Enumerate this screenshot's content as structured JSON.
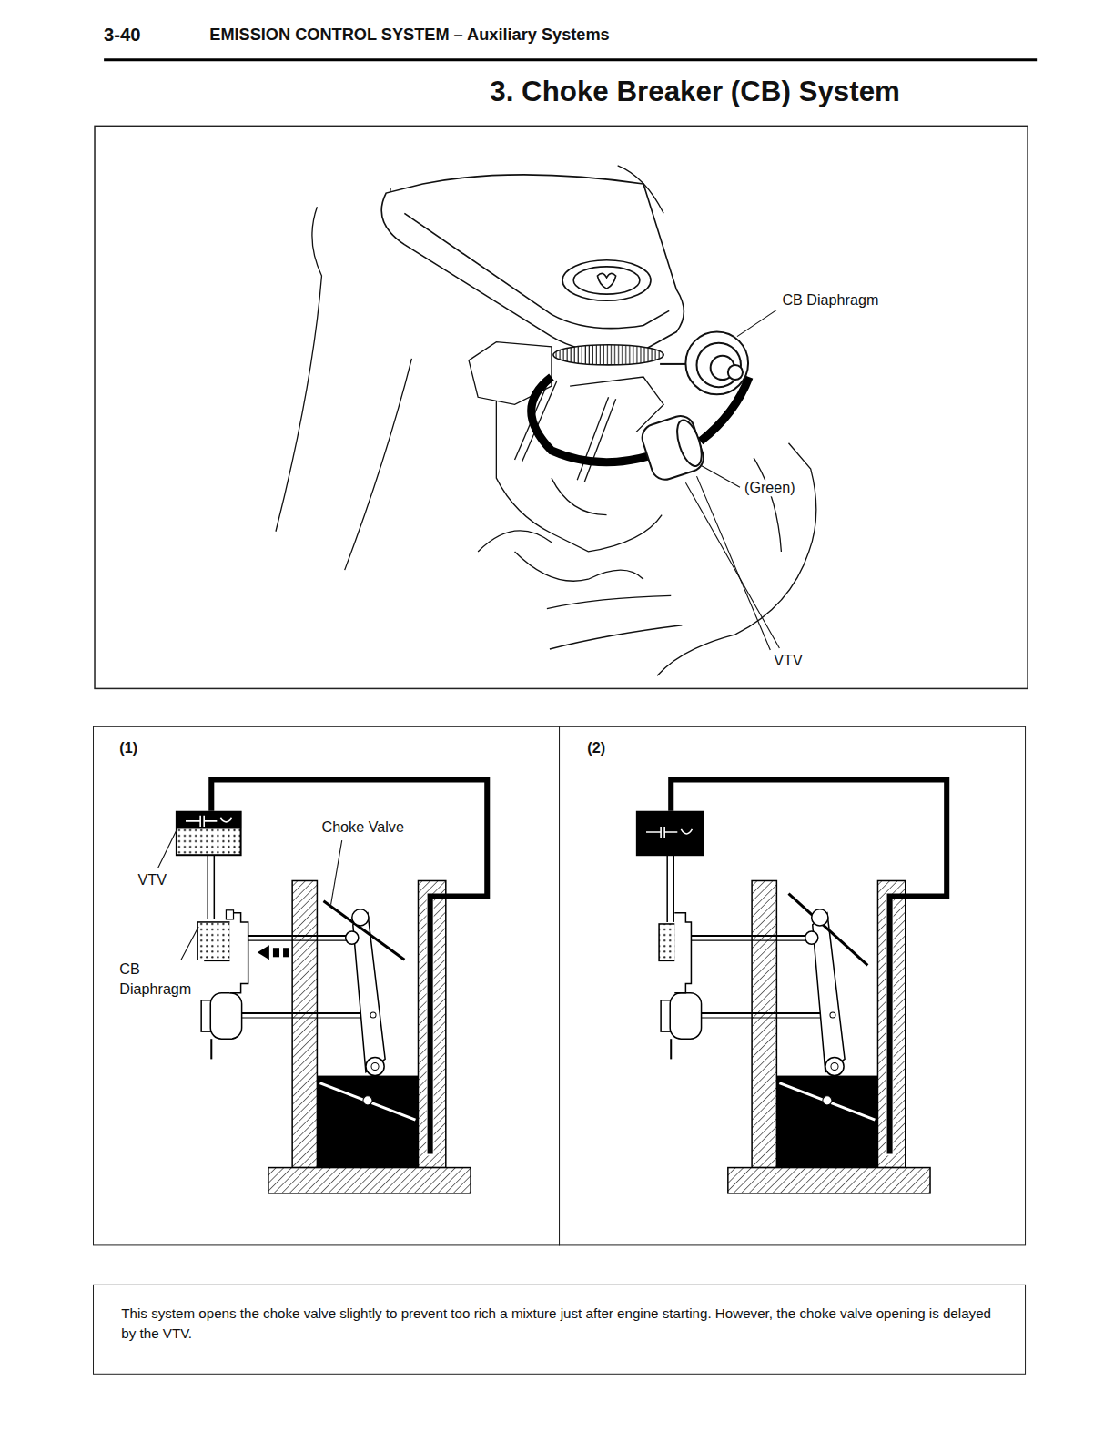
{
  "diagram": {
    "title": "3. Choke Breaker (CB) System",
    "caption": "This system opens the choke valve slightly to prevent too rich a mixture just after engine starting. However, the choke valve opening is delayed by the VTV.",
    "nodes": [
      {
        "text": [
          "(1)"
        ]
      },
      {
        "text": [
          "(2)"
        ]
      }
    ],
    "labels": [
      "3-40",
      "EMISSION CONTROL SYSTEM – Auxiliary Systems",
      "CB Diaphragm",
      "(Green)",
      "VTV",
      "Choke Valve",
      "VTV",
      "CB Diaphragm"
    ]
  }
}
